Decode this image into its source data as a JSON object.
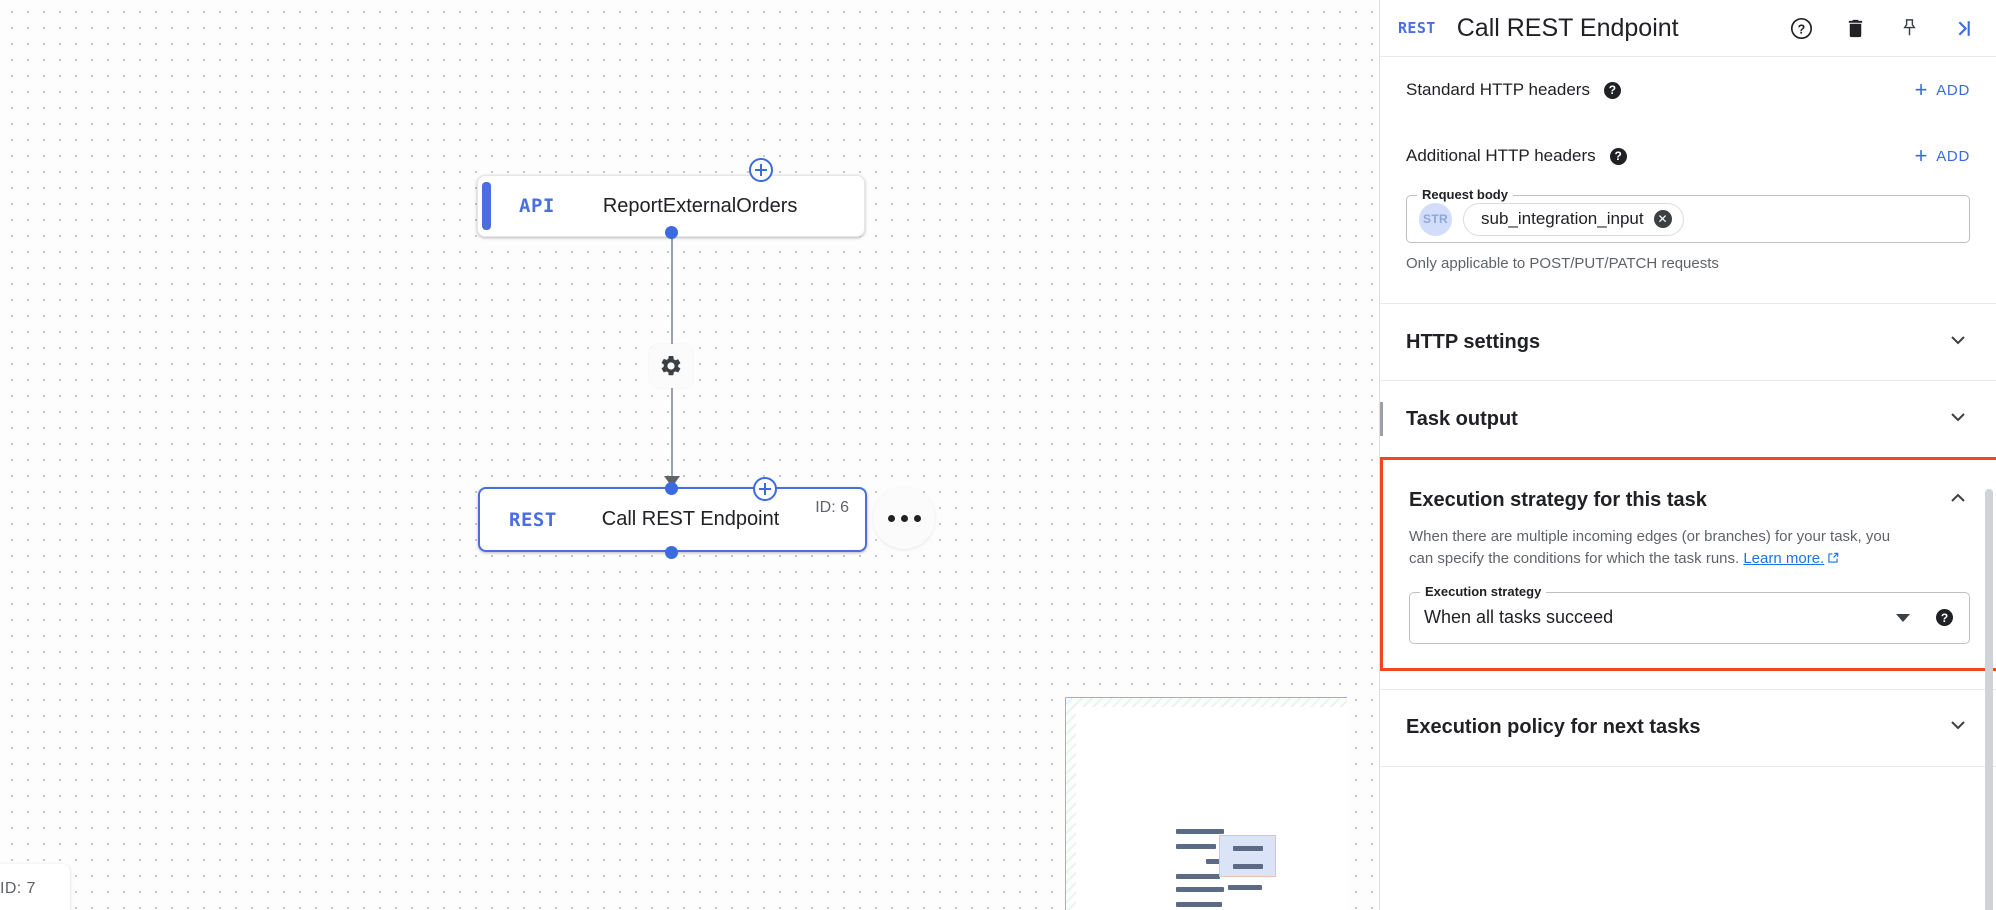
{
  "canvas": {
    "nodes": [
      {
        "type": "API",
        "title": "ReportExternalOrders",
        "id_label": ""
      },
      {
        "type": "REST",
        "title": "Call REST Endpoint",
        "id_label": "ID: 6"
      }
    ],
    "offscreen_node_id": "ID: 7",
    "gear_icon": "gear-icon",
    "more_icon": "more-horizontal-icon",
    "add_edge_icon": "plus-circle-icon"
  },
  "panel": {
    "header": {
      "type_badge": "REST",
      "title": "Call REST Endpoint",
      "actions": [
        {
          "name": "help-icon",
          "label": "Help"
        },
        {
          "name": "delete-icon",
          "label": "Delete"
        },
        {
          "name": "pin-icon",
          "label": "Pin"
        },
        {
          "name": "collapse-icon",
          "label": "Collapse panel"
        }
      ]
    },
    "standard_headers": {
      "label": "Standard HTTP headers",
      "add_label": "ADD"
    },
    "additional_headers": {
      "label": "Additional HTTP headers",
      "add_label": "ADD"
    },
    "request_body": {
      "legend": "Request body",
      "type_badge": "STR",
      "chip_value": "sub_integration_input",
      "helper_text": "Only applicable to POST/PUT/PATCH requests"
    },
    "sections": [
      {
        "title": "HTTP settings",
        "expanded": false
      },
      {
        "title": "Task output",
        "expanded": false
      },
      {
        "title": "Execution policy for next tasks",
        "expanded": false
      }
    ],
    "execution_strategy": {
      "title": "Execution strategy for this task",
      "expanded": true,
      "description_part1": "When there are multiple incoming edges (or branches) for your task, you can specify the conditions for which the task runs.",
      "link_text": "Learn more.",
      "field_legend": "Execution strategy",
      "selected_value": "When all tasks succeed",
      "highlight_color": "#f04721"
    }
  },
  "colors": {
    "accent_blue": "#3b6ae1",
    "link_blue": "#1a73e8",
    "highlight_orange": "#f04721",
    "text_primary": "#202124",
    "text_secondary": "#5f6368"
  }
}
